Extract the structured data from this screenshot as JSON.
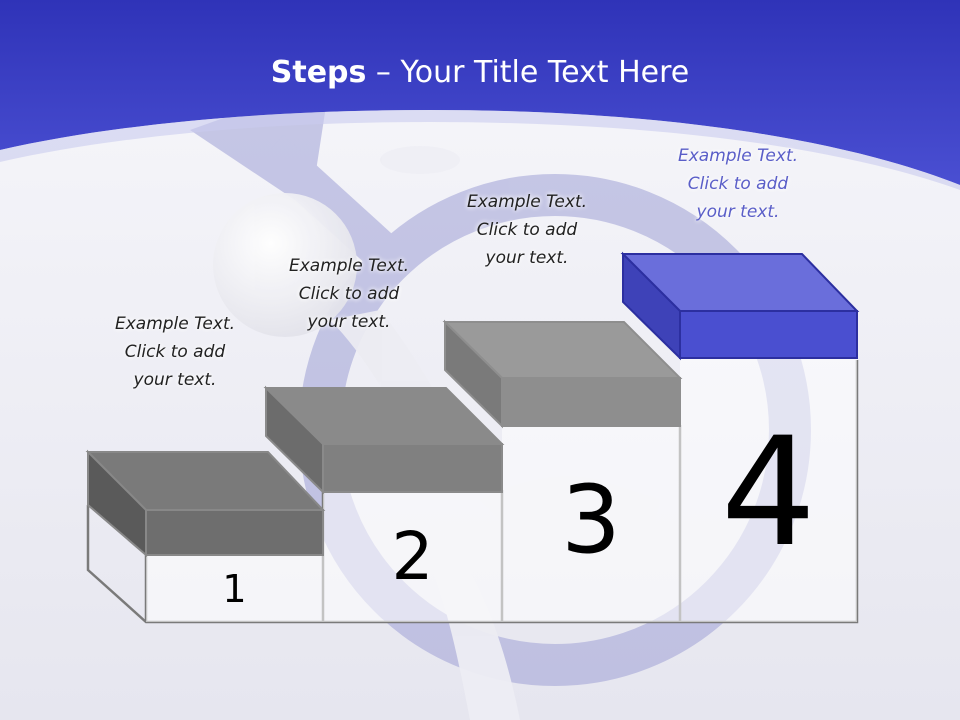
{
  "slide": {
    "title_bold": "Steps",
    "title_dash": " – ",
    "title_rest": "Your Title Text Here"
  },
  "steps": [
    {
      "number": "1",
      "caption_line1": "Example Text.",
      "caption_line2": "Click  to add",
      "caption_line3": "your text."
    },
    {
      "number": "2",
      "caption_line1": "Example Text.",
      "caption_line2": "Click  to add",
      "caption_line3": "your text."
    },
    {
      "number": "3",
      "caption_line1": "Example Text.",
      "caption_line2": "Click  to add",
      "caption_line3": "your text."
    },
    {
      "number": "4",
      "caption_line1": "Example Text.",
      "caption_line2": "Click  to add",
      "caption_line3": "your text."
    }
  ],
  "colors": {
    "header_blue": "#3a3fc4",
    "accent_step": "#4a4fd0",
    "gray_step": "#808080",
    "symbol_ring": "#a9aad8"
  }
}
